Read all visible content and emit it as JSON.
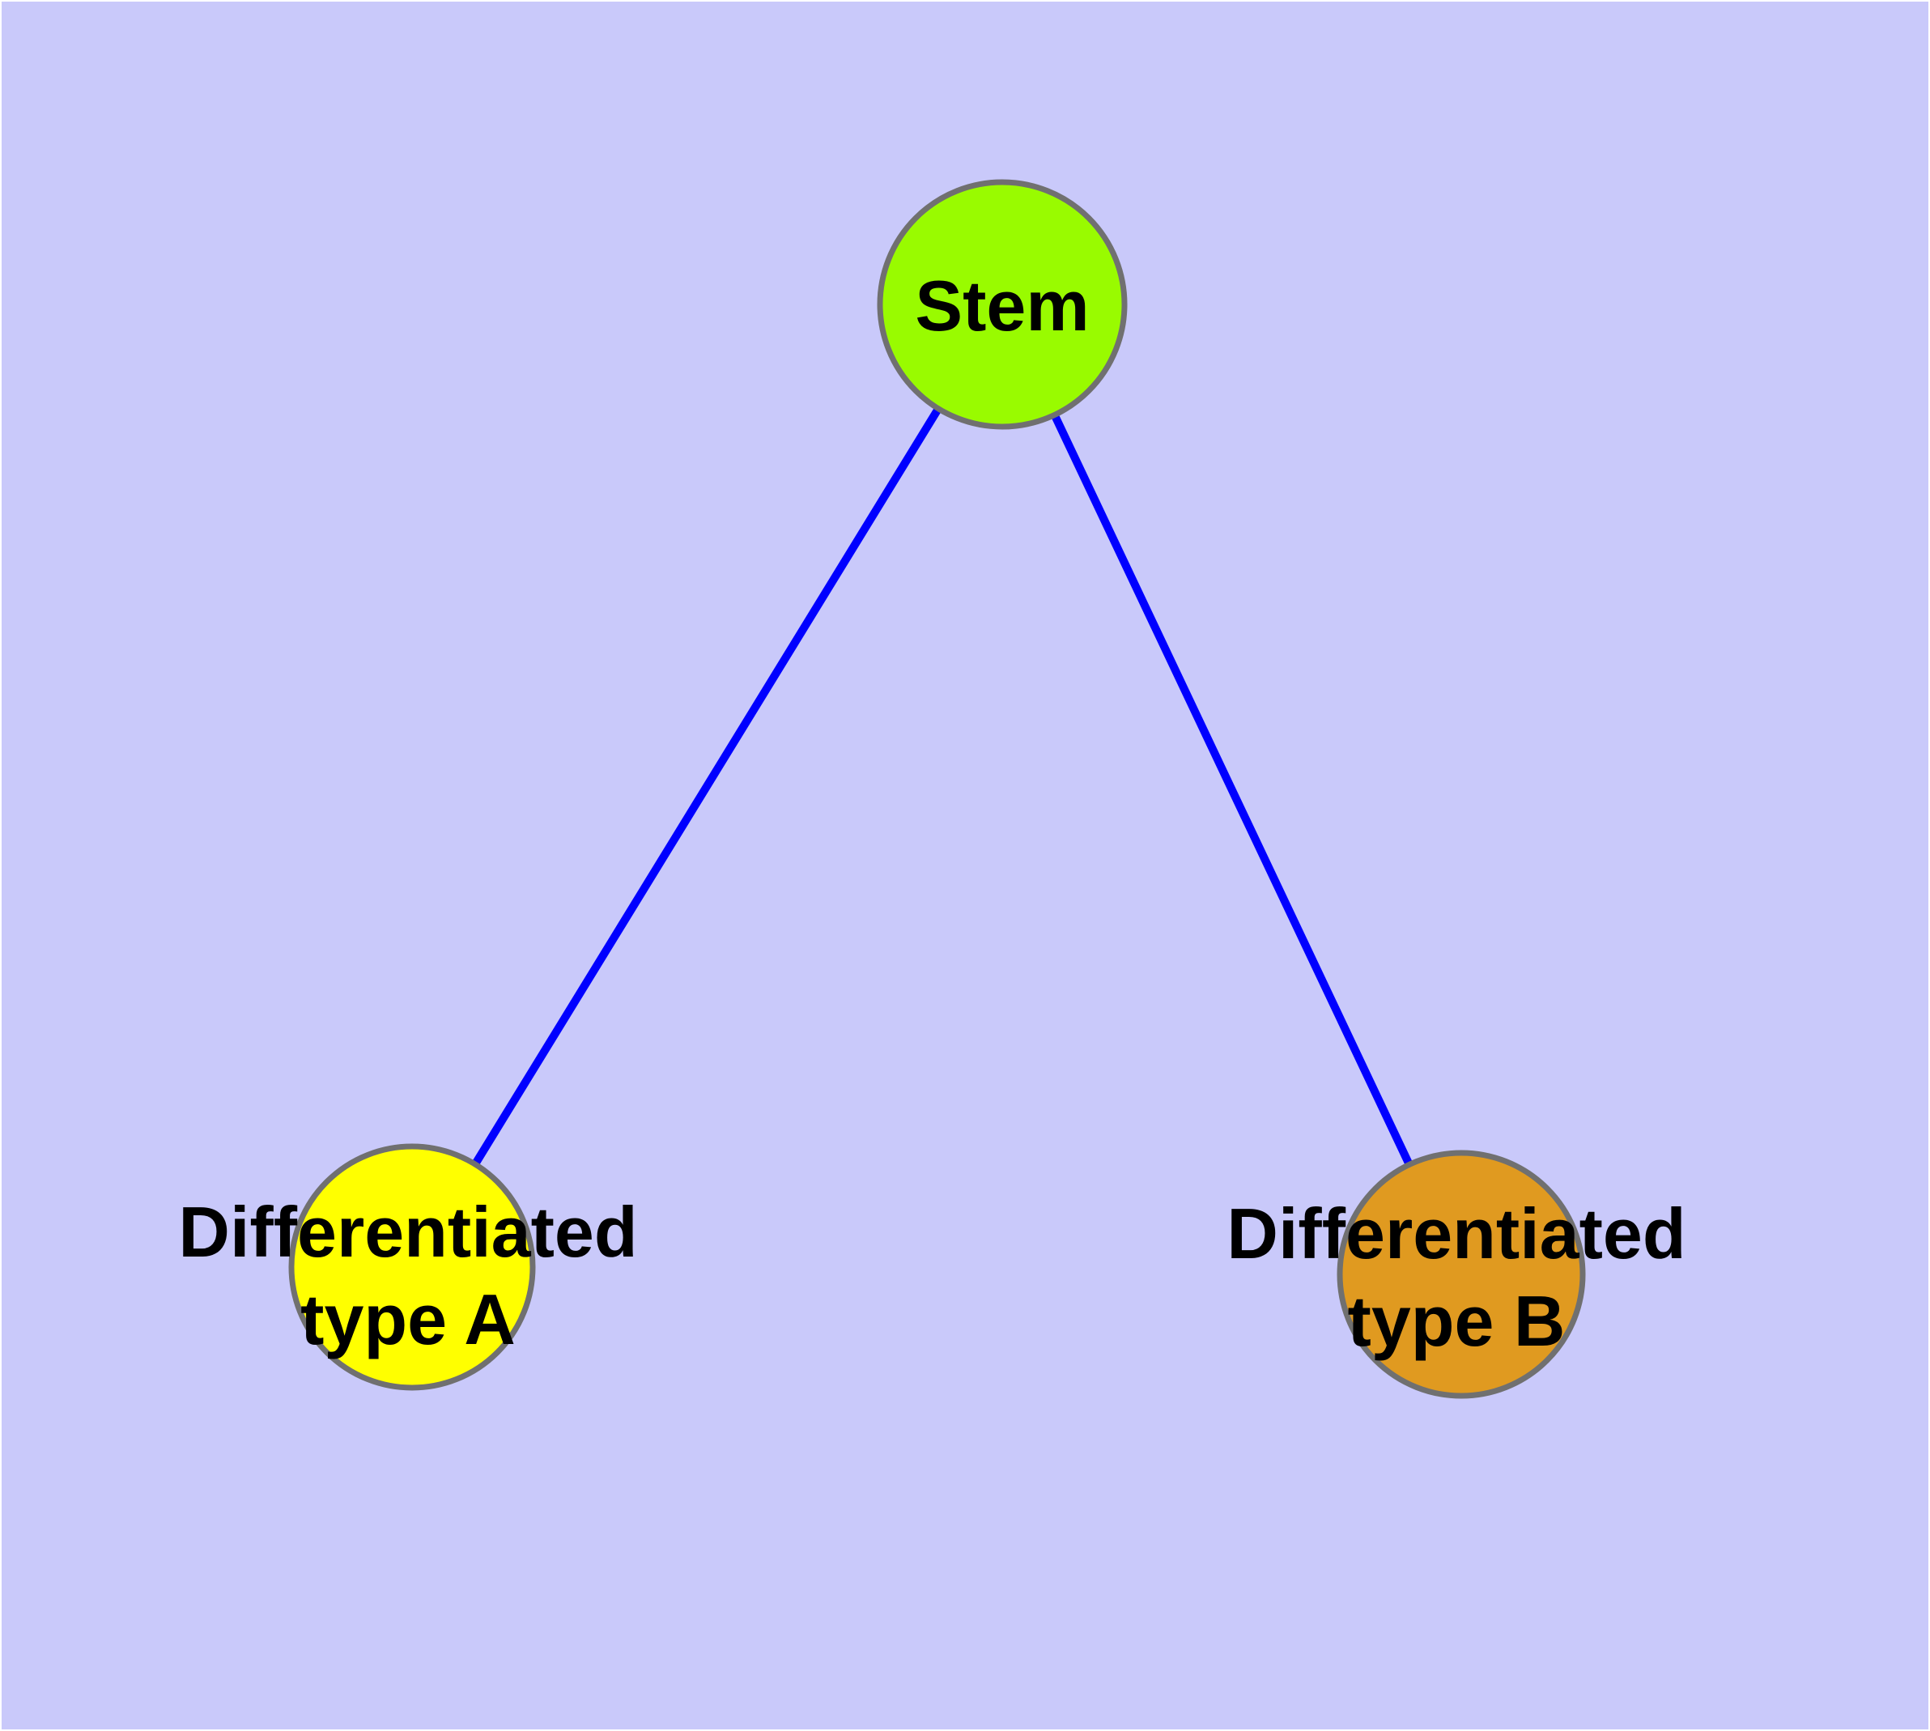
{
  "diagram": {
    "background_color": "#C9C9FA",
    "frame_color": "#FFFFFF",
    "edge_color": "#0000FF",
    "node_border_color": "#707070",
    "text_color": "#000000",
    "nodes": {
      "stem": {
        "label": "Stem",
        "fill": "#99FB00"
      },
      "type_a": {
        "label": "Differentiated type A",
        "line1": "Differentiated",
        "line2": "type A",
        "fill": "#FFFF00"
      },
      "type_b": {
        "label": "Differentiated type B",
        "line1": "Differentiated",
        "line2": "type B",
        "fill": "#E09A20"
      }
    },
    "edges": [
      {
        "from": "Stem",
        "to": "Differentiated type A"
      },
      {
        "from": "Stem",
        "to": "Differentiated type B"
      }
    ]
  }
}
